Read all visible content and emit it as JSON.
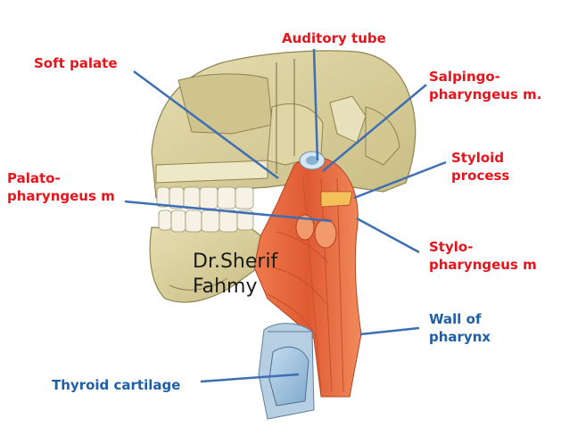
{
  "labels": {
    "auditory_tube": "Auditory tube",
    "soft_palate": "Soft palate",
    "salpingopharyngeus": "Salpingo-\npharyngeus m.",
    "styloid_process": "Styloid\nprocess",
    "palatopharyngeus": "Palato-\npharyngeus m",
    "stylopharyngeus": "Stylo-\npharyngeus m",
    "wall_of_pharynx": "Wall of\npharynx",
    "thyroid_cartilage": "Thyroid cartilage"
  },
  "credit": "Dr.Sherif\nFahmy",
  "colors": {
    "label_red": "#e8141b",
    "label_blue": "#1f5fa8",
    "muscle": "#e4673e",
    "bone": "#d9cf9c",
    "cartilage": "#9fc3df",
    "pointer_line": "#4a78b8"
  }
}
